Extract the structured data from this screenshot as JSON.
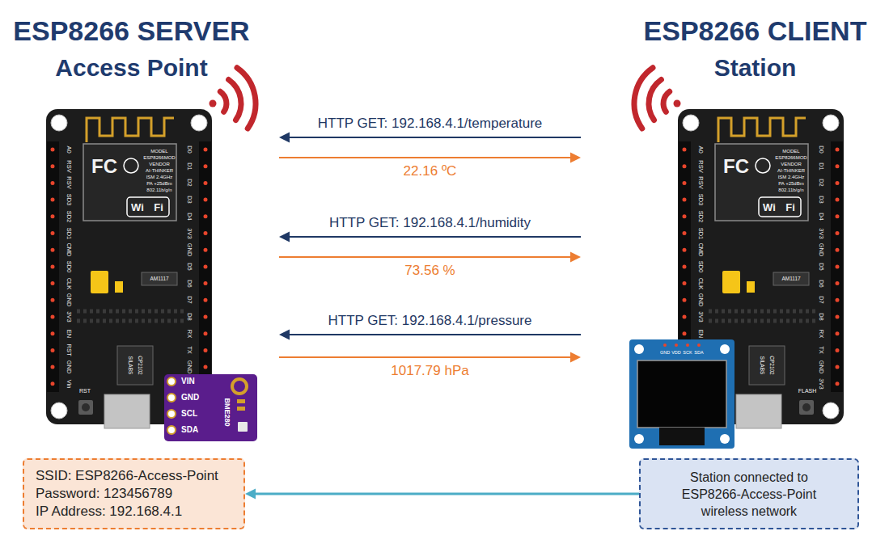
{
  "diagram": {
    "nodes": [
      {
        "text": [
          "ESP8266 SERVER",
          "Access Point"
        ]
      },
      {
        "text": [
          "ESP8266 CLIENT",
          "Station"
        ]
      },
      {
        "text": [
          "SSID: ESP8266-Access-Point",
          "Password: 123456789",
          "IP Address: 192.168.4.1"
        ]
      },
      {
        "text": [
          "Station connected to ESP8266-Access-Point wireless network"
        ]
      }
    ],
    "edges": [
      {
        "from": 1,
        "to": 0,
        "arrow": "to",
        "label": "HTTP GET: 192.168.4.1/temperature"
      },
      {
        "from": 0,
        "to": 1,
        "arrow": "to",
        "label": "22.16 ºC"
      },
      {
        "from": 1,
        "to": 0,
        "arrow": "to",
        "label": "HTTP GET: 192.168.4.1/humidity"
      },
      {
        "from": 0,
        "to": 1,
        "arrow": "to",
        "label": "73.56 %"
      },
      {
        "from": 1,
        "to": 0,
        "arrow": "to",
        "label": "HTTP GET: 192.168.4.1/pressure"
      },
      {
        "from": 0,
        "to": 1,
        "arrow": "to",
        "label": "1017.79 hPa"
      },
      {
        "from": 3,
        "to": 2,
        "arrow": "to"
      }
    ],
    "labels": [
      "A0",
      "RSV",
      "RSV",
      "SD3",
      "SD2",
      "SD1",
      "CMD",
      "SD0",
      "CLK",
      "GND",
      "3V3",
      "EN",
      "RST",
      "GND",
      "Vin",
      "D0",
      "D1",
      "D2",
      "D3",
      "D4",
      "3V3",
      "GND",
      "D5",
      "D6",
      "D7",
      "D8",
      "RX",
      "TX",
      "GND",
      "FC",
      "MODEL",
      "ESP8266MOD",
      "VENDOR",
      "AI-THINKER",
      "ISM 2.4GHz",
      "PA +25dBm",
      "802.11b/g/n",
      "Wi",
      "Fi",
      "AM1117",
      "SILABS",
      "CP2102",
      "RST",
      "VIN",
      "GND",
      "SCL",
      "SDA",
      "BME280",
      "A0",
      "RSV",
      "RSV",
      "SD3",
      "SD2",
      "SD1",
      "CMD",
      "SD0",
      "CLK",
      "GND",
      "3V3",
      "EN",
      "D0",
      "D1",
      "D2",
      "D3",
      "D4",
      "3V3",
      "GND",
      "D5",
      "D6",
      "D7",
      "D8",
      "RX",
      "TX",
      "GND",
      "3V3",
      "FC",
      "MODEL",
      "ESP8266MOD",
      "VENDOR",
      "AI-THINKER",
      "ISM 2.4GHz",
      "PA +25dBm",
      "802.11b/g/n",
      "Wi",
      "Fi",
      "AM1117",
      "SILABS",
      "CP2102",
      "FLASH",
      "GND",
      "VDD",
      "SCK",
      "SDA"
    ]
  }
}
